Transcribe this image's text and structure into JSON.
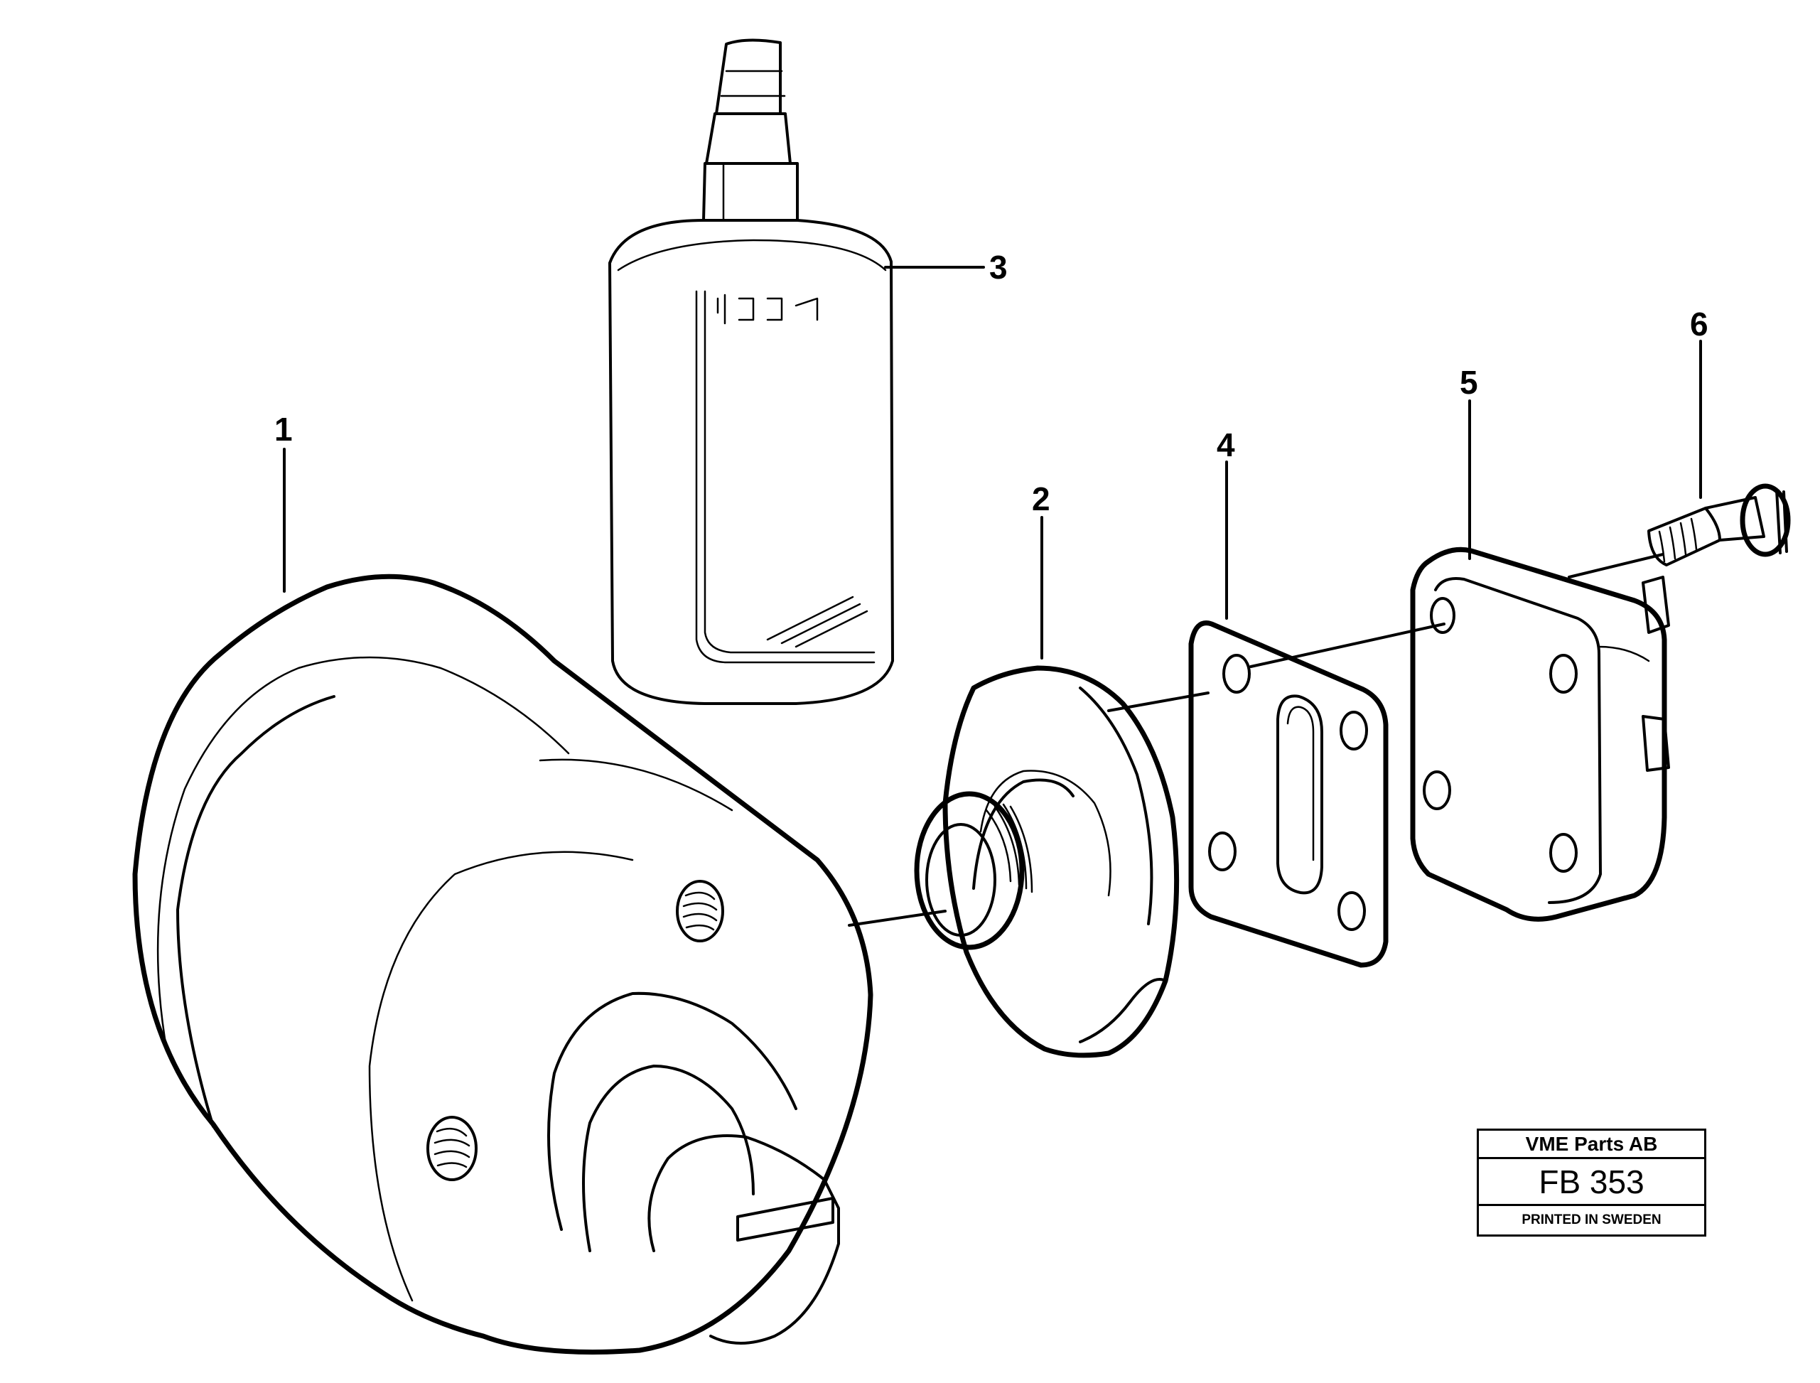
{
  "callouts": [
    {
      "number": "1",
      "part": "pump housing"
    },
    {
      "number": "2",
      "part": "flange adapter"
    },
    {
      "number": "3",
      "part": "sealant bottle"
    },
    {
      "number": "4",
      "part": "gasket"
    },
    {
      "number": "5",
      "part": "cover plate"
    },
    {
      "number": "6",
      "part": "screw"
    }
  ],
  "title_block": {
    "company": "VME Parts AB",
    "code": "FB 353",
    "printed": "PRINTED IN SWEDEN"
  }
}
